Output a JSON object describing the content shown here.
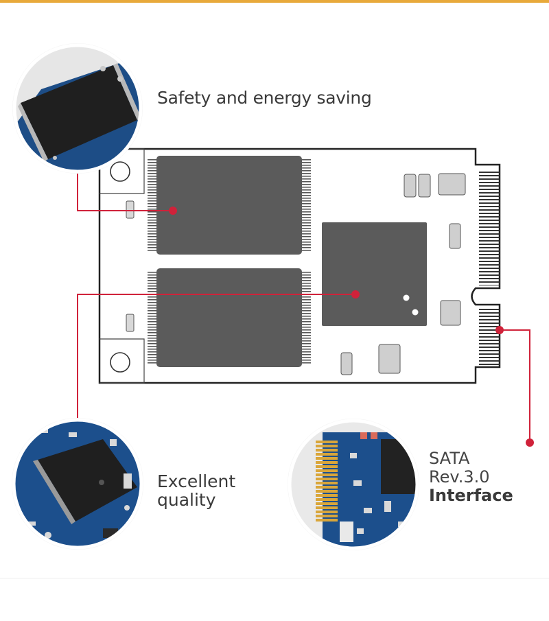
{
  "callouts": {
    "safety": {
      "text": "Safety and energy saving",
      "icon": "nand-chip-closeup"
    },
    "quality": {
      "line1": "Excellent",
      "line2": "quality",
      "icon": "controller-chip-closeup"
    },
    "interface": {
      "line1": "SATA",
      "line2": "Rev.3.0",
      "line3": "Interface",
      "icon": "connector-closeup"
    }
  },
  "colors": {
    "accent_line": "#d0223a",
    "top_rule": "#e8a93a",
    "board_outline": "#222222",
    "chip_fill": "#5b5b5b",
    "pcb_blue": "#1c4f8c"
  }
}
